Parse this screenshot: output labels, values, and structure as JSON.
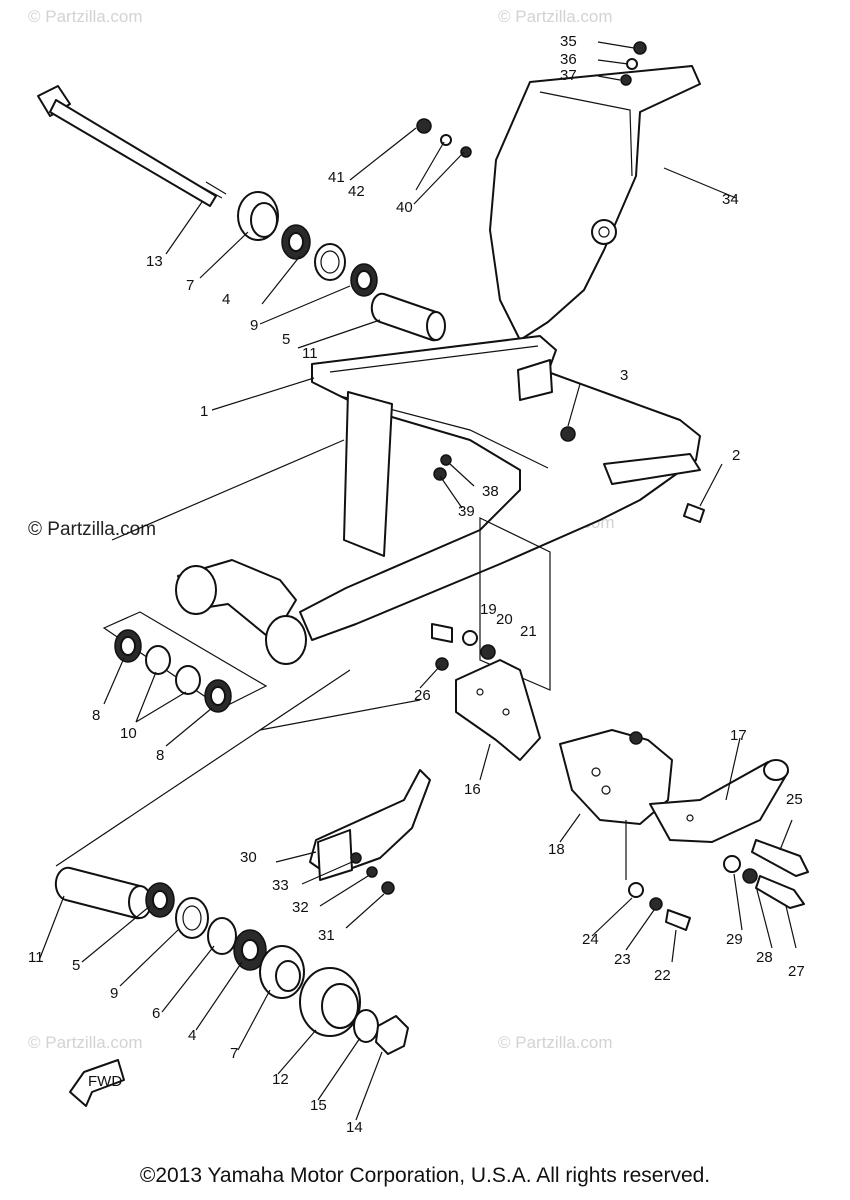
{
  "watermarks": {
    "corner": "© Partzilla.com",
    "main": "© Partzilla.com"
  },
  "fwd_label": "FWD",
  "copyright": "©2013 Yamaha Motor Corporation, U.S.A. All rights reserved.",
  "callouts": {
    "p1": "1",
    "p2": "2",
    "p3": "3",
    "p4a": "4",
    "p4b": "4",
    "p5a": "5",
    "p5b": "5",
    "p6": "6",
    "p7a": "7",
    "p7b": "7",
    "p8a": "8",
    "p8b": "8",
    "p9a": "9",
    "p9b": "9",
    "p10": "10",
    "p11a": "11",
    "p11b": "11",
    "p12": "12",
    "p13": "13",
    "p14": "14",
    "p15": "15",
    "p16": "16",
    "p17": "17",
    "p18": "18",
    "p19": "19",
    "p20": "20",
    "p21": "21",
    "p22": "22",
    "p23": "23",
    "p24": "24",
    "p25": "25",
    "p26": "26",
    "p27": "27",
    "p28": "28",
    "p29": "29",
    "p30": "30",
    "p31": "31",
    "p32": "32",
    "p33": "33",
    "p34": "34",
    "p35": "35",
    "p36": "36",
    "p37": "37",
    "p38": "38",
    "p39": "39",
    "p40": "40",
    "p41": "41",
    "p42": "42"
  }
}
